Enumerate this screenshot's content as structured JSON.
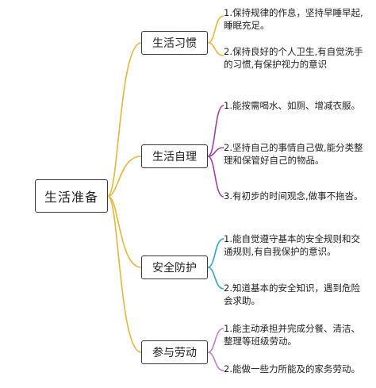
{
  "root": {
    "label": "生活准备"
  },
  "branches": [
    {
      "label": "生活习惯",
      "color": "#e7b53a",
      "items": [
        "1.保持规律的作息，坚持早睡早起,睡眠充足。",
        "2.保持良好的个人卫生,有自觉洗手的习惯,有保护视力的意识"
      ]
    },
    {
      "label": "生活自理",
      "color": "#a43fa8",
      "items": [
        "1.能按需喝水、如厕、增减衣服。",
        "2.坚持自己的事情自己做,能分类整理和保管好自己的物品。",
        "3.有初步的时间观念,做事不拖沓。"
      ]
    },
    {
      "label": "安全防护",
      "color": "#2fa7c9",
      "items": [
        "1.能自觉遵守基本的安全规则和交通规则,有自我保护的意识。",
        "2.知道基本的安全知识，遇到危险会求助。"
      ]
    },
    {
      "label": "参与劳动",
      "color": "#c07fc4",
      "items": [
        "1.能主动承担并完成分餐、清洁、整理等班级劳动。",
        "2.能做一些力所能及的家务劳动。"
      ]
    }
  ],
  "root_connector_color": "#e7b53a"
}
